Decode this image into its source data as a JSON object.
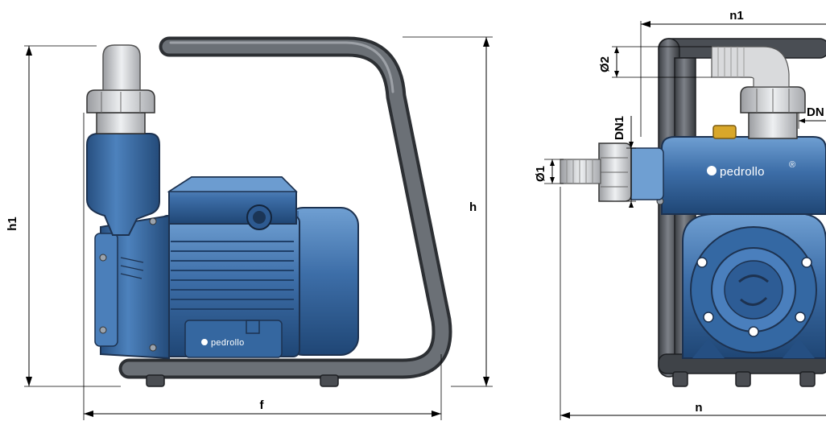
{
  "dimensions": {
    "h1": "h1",
    "h": "h",
    "f": "f",
    "n1": "n1",
    "n": "n",
    "d2": "Ø2",
    "d1": "Ø1",
    "dn1": "DN1",
    "dn2": "DN"
  },
  "brand": {
    "logo_text": "pedrollo",
    "registered": "®"
  },
  "colors": {
    "pump_blue": "#3d6ea8",
    "pump_dark": "#254f82",
    "frame": "#5b5f66",
    "frame_dark": "#2e3135",
    "hose": "#d5d6d8",
    "brass": "#d8a72a"
  }
}
